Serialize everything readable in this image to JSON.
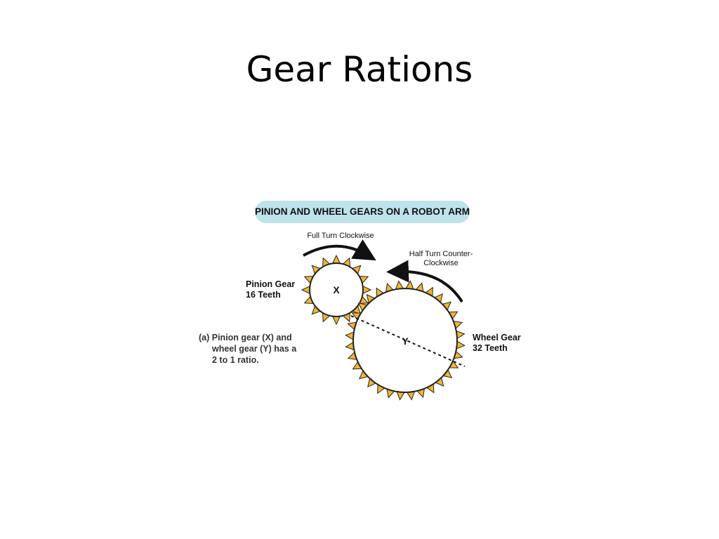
{
  "slide": {
    "title": "Gear Rations"
  },
  "diagram": {
    "banner": "PINION AND WHEEL GEARS ON A ROBOT ARM",
    "pinion_rotation_label": "Full Turn Clockwise",
    "wheel_rotation_label_line1": "Half Turn Counter-",
    "wheel_rotation_label_line2": "Clockwise",
    "pinion_label_line1": "Pinion Gear",
    "pinion_label_line2": "16 Teeth",
    "wheel_label_line1": "Wheel Gear",
    "wheel_label_line2": "32 Teeth",
    "pinion_letter": "X",
    "wheel_letter": "Y",
    "caption_line1": "(a) Pinion gear (X) and",
    "caption_line2": "wheel gear (Y) has a",
    "caption_line3": "2 to 1 ratio.",
    "pinion_teeth": 16,
    "wheel_teeth": 32,
    "tooth_color": "#f2b630",
    "outline_color": "#222222"
  }
}
